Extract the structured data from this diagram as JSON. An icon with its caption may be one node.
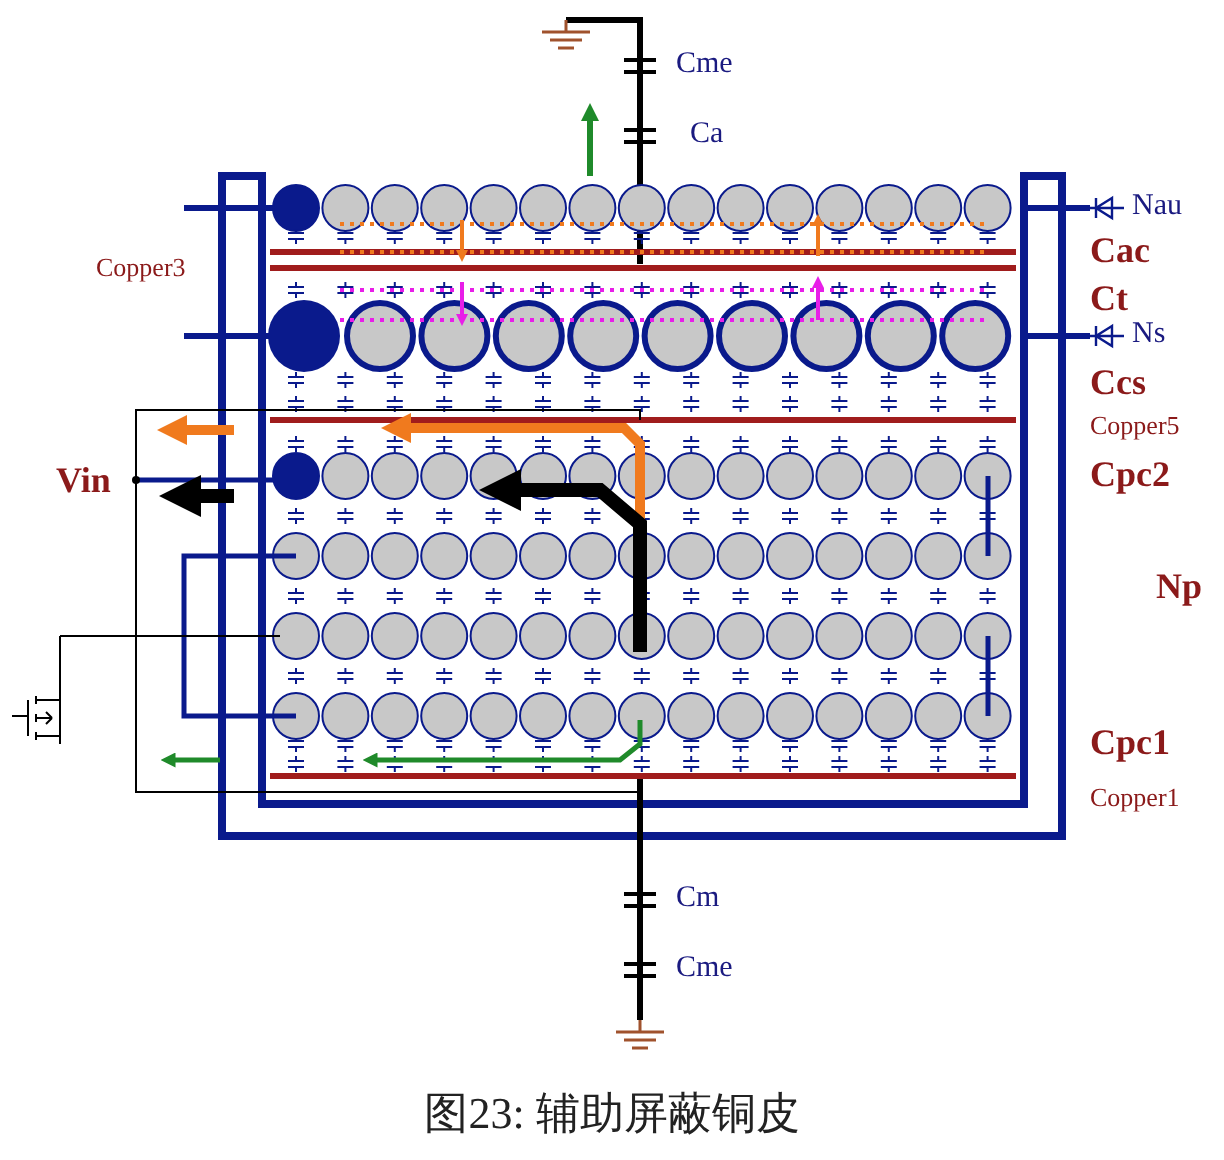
{
  "diagram": {
    "caption": "图23: 辅助屏蔽铜皮",
    "labels": [
      "Cme",
      "Ca",
      "Nau",
      "Copper3",
      "Cac",
      "Ct",
      "Ns",
      "Ccs",
      "Copper5",
      "Vin",
      "Cpc2",
      "Np",
      "Cpc1",
      "Copper1",
      "Cm",
      "Cme"
    ]
  }
}
